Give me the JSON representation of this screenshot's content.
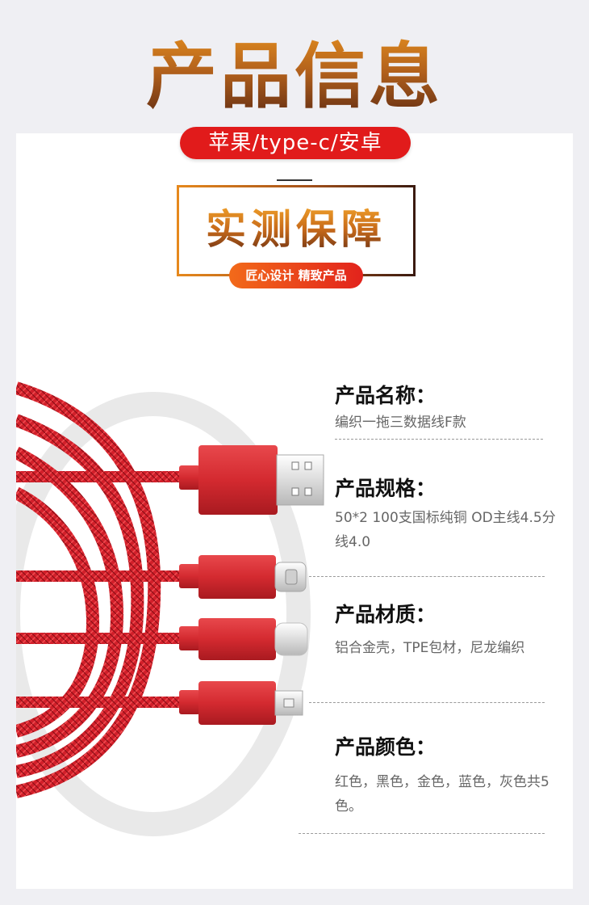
{
  "header": {
    "title": "产品信息",
    "pill": "苹果/type-c/安卓"
  },
  "badge": {
    "title": "实测保障",
    "subtitle": "匠心设计 精致产品"
  },
  "specs": [
    {
      "label": "产品名称：",
      "value": "编织一拖三数据线F款"
    },
    {
      "label": "产品规格：",
      "value": "50*2 100支国标纯铜 OD主线4.5分线4.0"
    },
    {
      "label": "产品材质：",
      "value": "铝合金壳，TPE包材，尼龙编织"
    },
    {
      "label": "产品颜色：",
      "value": "红色，黑色，金色，蓝色，灰色共5色。"
    }
  ],
  "colors": {
    "accent_red": "#e11b1b",
    "gold": "#c76a1a",
    "cable_red": "#d21f2a"
  },
  "icons": [
    "usb-a-connector",
    "usb-c-connector",
    "lightning-connector",
    "micro-usb-connector"
  ]
}
